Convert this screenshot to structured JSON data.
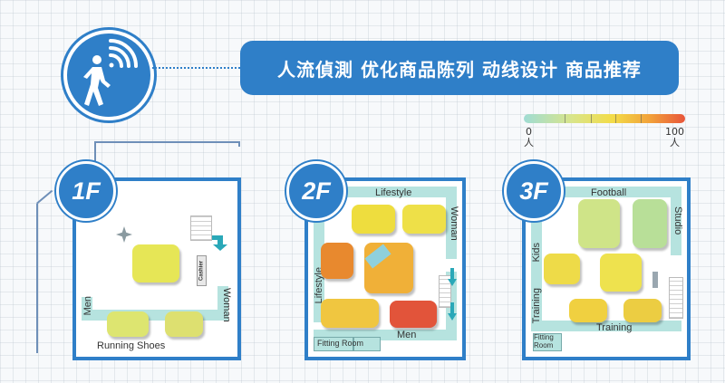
{
  "banner": {
    "text": "人流偵測 优化商品陈列 动线设计 商品推荐"
  },
  "icons": {
    "logo": "person-walking-wifi-icon",
    "entrance": "compass-icon",
    "arrow": "turn-arrow-icon"
  },
  "legend": {
    "min_label": "0",
    "max_label": "100",
    "unit": "人",
    "colors": [
      "#9fdcd4",
      "#d9e58a",
      "#f3dc48",
      "#f2a23a",
      "#e8553a"
    ]
  },
  "floors": {
    "f1": {
      "label": "1F",
      "cashier": "Cashier",
      "sections": {
        "men": "Men",
        "woman": "Woman",
        "running_shoes": "Running Shoes"
      },
      "shelf_colors": {
        "center": "#e6e656",
        "bottom_left": "#dde570",
        "bottom_right": "#dde070"
      }
    },
    "f2": {
      "label": "2F",
      "sections": {
        "lifestyle_top": "Lifestyle",
        "lifestyle_left": "Lifestyle",
        "woman": "Woman",
        "men": "Men",
        "fitting_room": "Fitting Room"
      },
      "shelf_colors": {
        "top_left": "#eedd3e",
        "top_right": "#eee048",
        "mid_left": "#e8892e",
        "center": "#f0b038",
        "bottom_left": "#f0c640",
        "bottom_right": "#e2543a"
      }
    },
    "f3": {
      "label": "3F",
      "sections": {
        "football": "Football",
        "studio": "Studio",
        "kids": "Kids",
        "training_left": "Training",
        "training_bottom": "Training",
        "fitting_room": "Fitting Room"
      },
      "shelf_colors": {
        "top_left": "#cfe488",
        "top_right": "#b8df98",
        "mid_left": "#eedb48",
        "center": "#eee24e",
        "bottom_left": "#f0d040",
        "bottom_right": "#eccd42"
      }
    }
  }
}
